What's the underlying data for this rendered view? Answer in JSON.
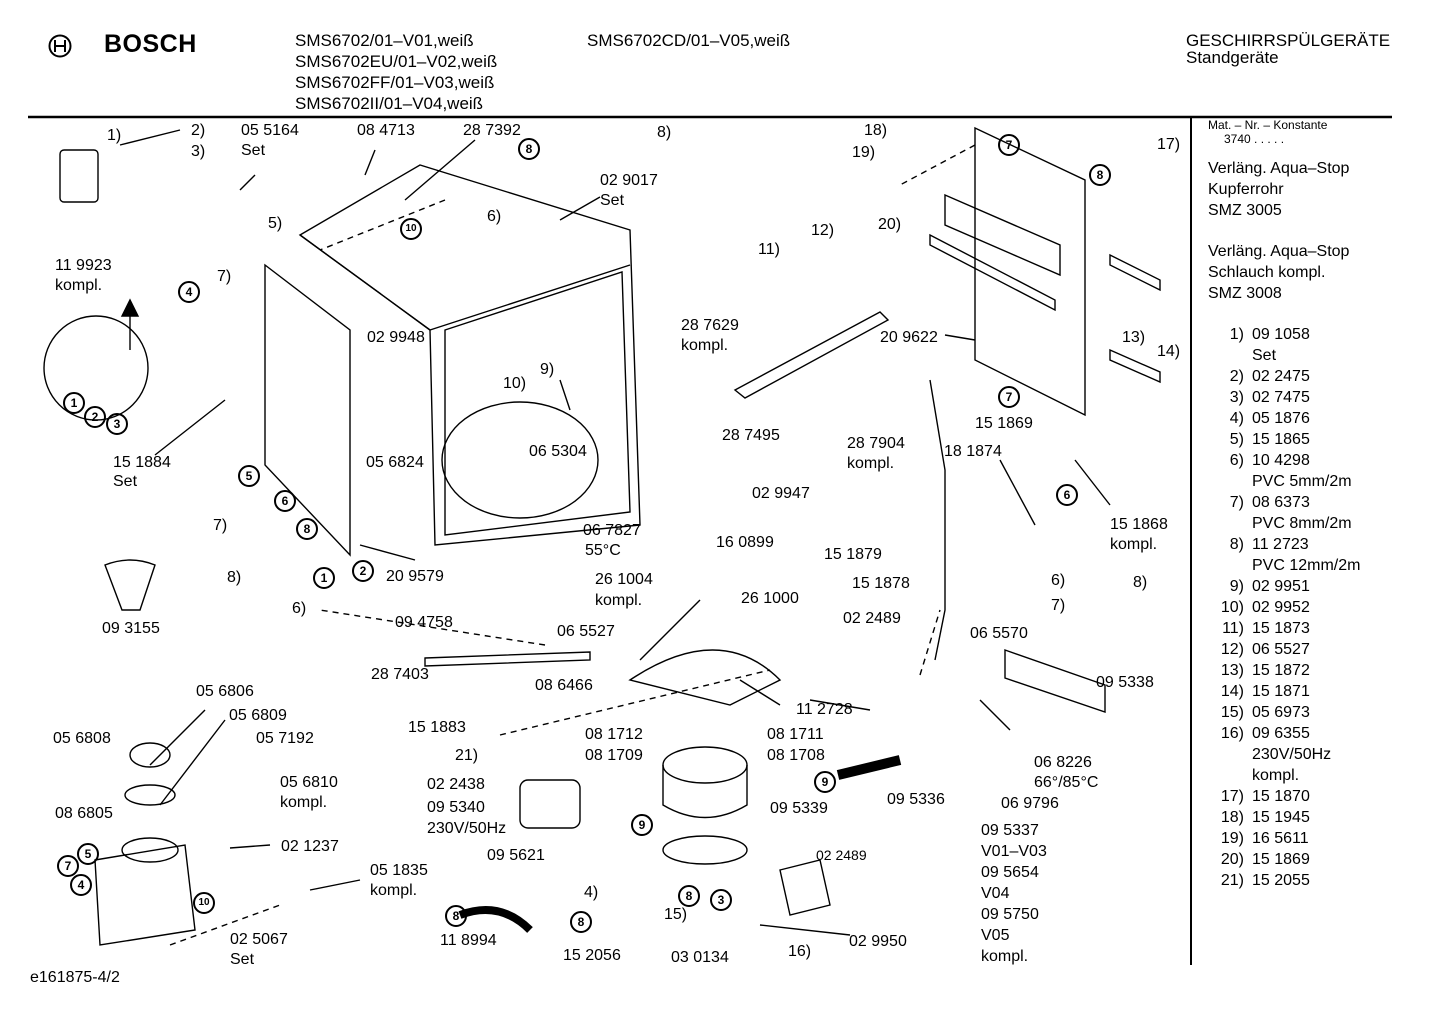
{
  "brand": "BOSCH",
  "models_left": [
    "SMS6702/01–V01,weiß",
    "SMS6702EU/01–V02,weiß",
    "SMS6702FF/01–V03,weiß",
    "SMS6702II/01–V04,weiß"
  ],
  "model_right": "SMS6702CD/01–V05,weiß",
  "category": {
    "line1": "GESCHIRRSPÜLGERÄTE",
    "line2": "Standgeräte"
  },
  "footer_code": "e161875-4/2",
  "legend": {
    "note1": "Mat. – Nr. – Konstante",
    "note2": "3740  .  .  .  .  .",
    "ext1": [
      "Verläng. Aqua–Stop",
      "Kupferrohr",
      "SMZ 3005"
    ],
    "ext2": [
      "Verläng. Aqua–Stop",
      "Schlauch kompl.",
      "SMZ 3008"
    ],
    "parts": [
      {
        "n": "1)",
        "v": "09 1058",
        "sub": "Set"
      },
      {
        "n": "2)",
        "v": "02 2475"
      },
      {
        "n": "3)",
        "v": "02 7475"
      },
      {
        "n": "4)",
        "v": "05 1876"
      },
      {
        "n": "5)",
        "v": "15 1865"
      },
      {
        "n": "6)",
        "v": "10 4298",
        "sub": "PVC 5mm/2m"
      },
      {
        "n": "7)",
        "v": "08 6373",
        "sub": "PVC 8mm/2m"
      },
      {
        "n": "8)",
        "v": "11 2723",
        "sub": "PVC 12mm/2m"
      },
      {
        "n": "9)",
        "v": "02 9951"
      },
      {
        "n": "10)",
        "v": "02 9952"
      },
      {
        "n": "11)",
        "v": "15 1873"
      },
      {
        "n": "12)",
        "v": "06 5527"
      },
      {
        "n": "13)",
        "v": "15 1872"
      },
      {
        "n": "14)",
        "v": "15 1871"
      },
      {
        "n": "15)",
        "v": "05 6973"
      },
      {
        "n": "16)",
        "v": "09 6355",
        "sub": "230V/50Hz",
        "sub2": "kompl."
      },
      {
        "n": "17)",
        "v": "15 1870"
      },
      {
        "n": "18)",
        "v": "15 1945"
      },
      {
        "n": "19)",
        "v": "16 5611"
      },
      {
        "n": "20)",
        "v": "15 1869"
      },
      {
        "n": "21)",
        "v": "15 2055"
      }
    ]
  },
  "labels": {
    "l_119923": "11 9923",
    "l_kompl_a": "kompl.",
    "l_1": "1)",
    "l_2": "2)",
    "l_3": "3)",
    "l_5": "5)",
    "l_7a": "7)",
    "l_7b": "7)",
    "l_8a": "8)",
    "l_6a": "6)",
    "l_055164": "05 5164",
    "l_set_a": "Set",
    "l_084713": "08 4713",
    "l_287392": "28 7392",
    "l_8top": "8)",
    "l_029017": "02 9017",
    "l_set_b": "Set",
    "l_6b": "6)",
    "l_029948": "02 9948",
    "l_9": "9)",
    "l_10": "10)",
    "l_065304": "06 5304",
    "l_056824": "05 6824",
    "l_151884": "15 1884",
    "l_set_c": "Set",
    "l_209579": "20 9579",
    "l_094758": "09 4758",
    "l_067827": "06 7827",
    "l_55c": "55°C",
    "l_093155": "09 3155",
    "l_18": "18)",
    "l_19": "19)",
    "l_20": "20)",
    "l_17": "17)",
    "l_11": "11)",
    "l_12": "12)",
    "l_287629": "28 7629",
    "l_kompl_b": "kompl.",
    "l_209622": "20 9622",
    "l_13": "13)",
    "l_14": "14)",
    "l_287495": "28 7495",
    "l_287904": "28 7904",
    "l_kompl_c": "kompl.",
    "l_181874": "18 1874",
    "l_151869": "15 1869",
    "l_029947": "02 9947",
    "l_151879": "15 1879",
    "l_151878": "15 1878",
    "l_151868": "15 1868",
    "l_kompl_d": "kompl.",
    "l_6c": "6)",
    "l_7c": "7)",
    "l_8b": "8)",
    "l_160899": "16 0899",
    "l_261004": "26 1004",
    "l_kompl_e": "kompl.",
    "l_261000": "26 1000",
    "l_065527": "06 5527",
    "l_287403": "28 7403",
    "l_086466": "08 6466",
    "l_151883": "15 1883",
    "l_21": "21)",
    "l_081712": "08 1712",
    "l_081709": "08 1709",
    "l_081711": "08 1711",
    "l_081708": "08 1708",
    "l_112728": "11 2728",
    "l_022489a": "02 2489",
    "l_065570": "06 5570",
    "l_095338": "09 5338",
    "l_068226": "06 8226",
    "l_6685": "66°/85°C",
    "l_095336": "09 5336",
    "l_069796": "06 9796",
    "l_095337": "09 5337",
    "l_v0103": "V01–V03",
    "l_095654": "09 5654",
    "l_v04": "V04",
    "l_095750": "09 5750",
    "l_v05": "V05",
    "l_kompl_f": "kompl.",
    "l_056806": "05 6806",
    "l_056809": "05 6809",
    "l_056808": "05 6808",
    "l_057192": "05 7192",
    "l_056810": "05 6810",
    "l_kompl_g": "kompl.",
    "l_086805": "08 6805",
    "l_021237": "02 1237",
    "l_051835": "05 1835",
    "l_kompl_h": "kompl.",
    "l_025067": "02 5067",
    "l_set_d": "Set",
    "l_022438": "02 2438",
    "l_095340": "09 5340",
    "l_230v": "230V/50Hz",
    "l_095621": "09 5621",
    "l_095339": "09 5339",
    "l_022489b": "02 2489",
    "l_4": "4)",
    "l_15": "15)",
    "l_16": "16)",
    "l_029950": "02 9950",
    "l_118994": "11 8994",
    "l_152056": "15 2056",
    "l_030134": "03 0134"
  },
  "circled": [
    "1",
    "2",
    "3",
    "4",
    "5",
    "6",
    "7",
    "8",
    "9",
    "10"
  ]
}
